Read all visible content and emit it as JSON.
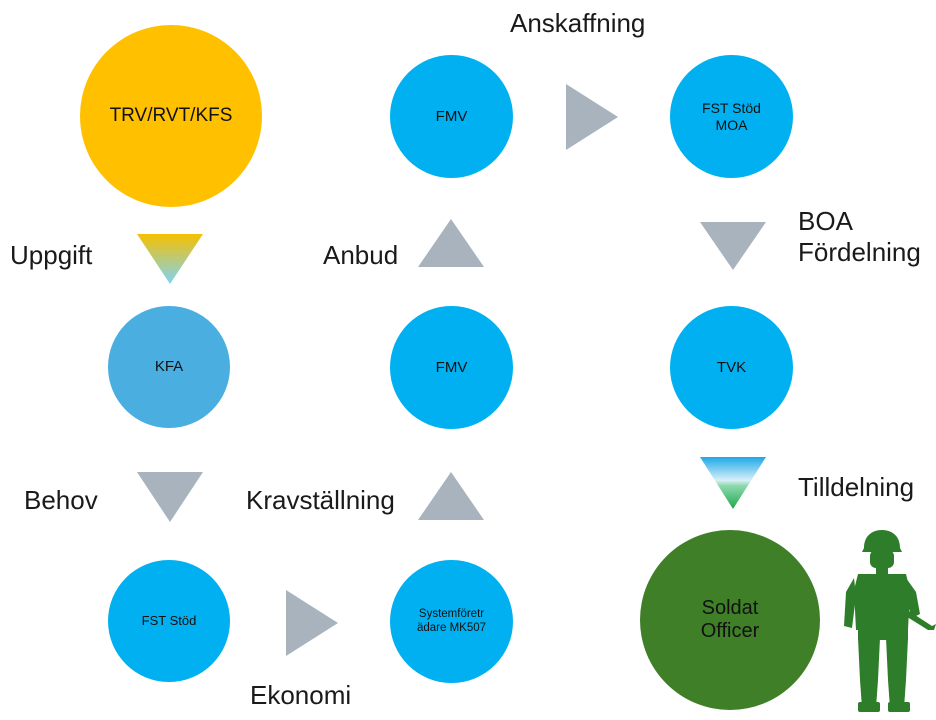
{
  "nodes": {
    "trv": {
      "label": "TRV/RVT/KFS",
      "color": "#ffc000"
    },
    "fmv_top": {
      "label": "FMV",
      "color": "#00b0f0"
    },
    "fst_moa": {
      "line1": "FST Stöd",
      "line2": "MOA",
      "color": "#00b0f0"
    },
    "kfa": {
      "label": "KFA",
      "color": "#4aaee0"
    },
    "fmv_mid": {
      "label": "FMV",
      "color": "#00b0f0"
    },
    "tvk": {
      "label": "TVK",
      "color": "#00b0f0"
    },
    "fst": {
      "label": "FST Stöd",
      "color": "#00b0f0"
    },
    "system": {
      "line1": "Systemföretr",
      "line2": "ädare MK507",
      "color": "#00b0f0"
    },
    "soldat": {
      "line1": "Soldat",
      "line2": "Officer",
      "color": "#3f7f28"
    }
  },
  "labels": {
    "anskaffning": "Anskaffning",
    "uppgift": "Uppgift",
    "anbud": "Anbud",
    "boa_line1": "BOA",
    "boa_line2": "Fördelning",
    "behov": "Behov",
    "kravstallning": "Kravställning",
    "tilldelning": "Tilldelning",
    "ekonomi": "Ekonomi"
  },
  "colors": {
    "arrow_gray": "#a8b3bd",
    "uppgift_gradient_top": "#f5c000",
    "uppgift_gradient_bottom": "#7fd3f5",
    "tilldelning_gradient_top": "#1ea8e8",
    "tilldelning_gradient_bottom": "#1fa84a",
    "soldier": "#2e7d2a"
  },
  "icons": {
    "soldier": "soldier-silhouette-icon"
  }
}
